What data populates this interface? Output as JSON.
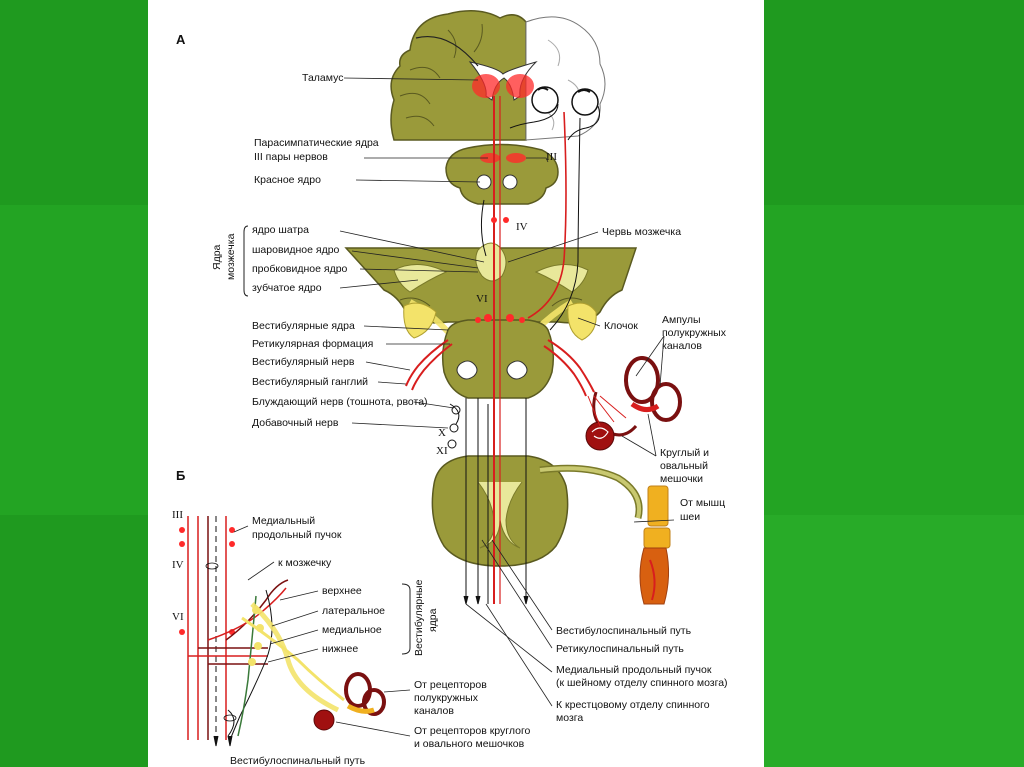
{
  "colors": {
    "background_green": "#1f9a1f",
    "tissue_olive": "#9a9a3a",
    "tissue_light": "#e8e89a",
    "tract_red": "#d81e1e",
    "nerve_dark": "#7a1010",
    "bone_yellow": "#f0b020"
  },
  "sections": {
    "a": "А",
    "b": "Б"
  },
  "labels_a": {
    "thalamus": "Таламус",
    "parasympathetic_1": "Парасимпатические ядра",
    "parasympathetic_2": "III пары нервов",
    "red_nucleus": "Красное ядро",
    "cerebellar_nuclei_group_1": "Ядра",
    "cerebellar_nuclei_group_2": "мозжечка",
    "fastigial": "ядро шатра",
    "globose": "шаровидное ядро",
    "emboliform": "пробковидное ядро",
    "dentate": "зубчатое ядро",
    "vestibular_nuclei": "Вестибулярные ядра",
    "reticular_formation": "Ретикулярная формация",
    "vestibular_nerve": "Вестибулярный нерв",
    "vestibular_ganglion": "Вестибулярный ганглий",
    "vagus": "Блуждающий нерв (тошнота, рвота)",
    "accessory": "Добавочный нерв",
    "vermis": "Червь мозжечка",
    "flocculus": "Клочок",
    "ampullae_1": "Ампулы",
    "ampullae_2": "полукружных",
    "ampullae_3": "каналов",
    "sacculi_1": "Круглый и",
    "sacculi_2": "овальный",
    "sacculi_3": "мешочки",
    "neck_1": "От мышц",
    "neck_2": "шеи",
    "vestibulospinal": "Вестибулоспинальный путь",
    "reticulospinal": "Ретикулоспинальный путь",
    "mlf_1": "Медиальный продольный пучок",
    "mlf_2": "(к шейному отделу спинного мозга)",
    "sacral_1": "К крестцовому отделу спинного",
    "sacral_2": "мозга",
    "rom_iii": "III",
    "rom_iv": "IV",
    "rom_vi": "VI",
    "rom_x": "X",
    "rom_xi": "XI"
  },
  "labels_b": {
    "rom_iii": "III",
    "rom_iv": "IV",
    "rom_vi": "VI",
    "mlf_1": "Медиальный",
    "mlf_2": "продольный пучок",
    "to_cerebellum": "к мозжечку",
    "superior": "верхнее",
    "lateral": "латеральное",
    "medial": "медиальное",
    "inferior": "нижнее",
    "vestibular_nuclei_1": "Вестибулярные",
    "vestibular_nuclei_2": "ядра",
    "semicircular_1": "От рецепторов",
    "semicircular_2": "полукружных",
    "semicircular_3": "каналов",
    "otolith_1": "От рецепторов круглого",
    "otolith_2": "и овального мешочков",
    "vestibulospinal": "Вестибулоспинальный путь"
  }
}
